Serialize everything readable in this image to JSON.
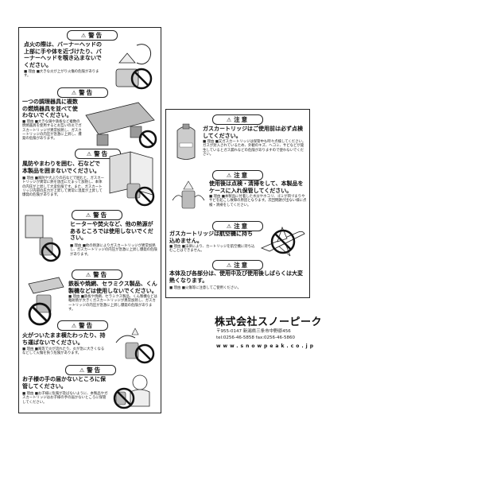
{
  "left": {
    "sections": [
      {
        "label": "警告",
        "main": "点火の際は、バーナーヘッドの上部に手や体を近づけたり、バーナーヘッドを覗き込まないでください。",
        "reason": "■ 理由 ■大きな炎が上がり火傷の危険があります。"
      },
      {
        "label": "警告",
        "main": "一つの調理器具に複数の燃焼器具を並べて使わないでください。",
        "reason": "■ 理由 ■大きな鍋や鉄板など複数の燃焼器具を使用するとお互いの炎でガスカートリッジが異常加熱し、ガスカートリッジの内圧が急激に上昇し、爆発の危険があります。"
      },
      {
        "label": "警告",
        "main": "風防やまわりを囲む、石などで本製品を囲まないでください。",
        "reason": "■ 理由 ■風防や大ぶりの石などで囲むと、ガスカートリッジが異常に熱を放出にたまって加熱し、本体の内圧が上昇して大変危険です。また、ガスカートリッジ内部の圧力が上昇して異常に温度が上昇して爆発の危険があります。"
      },
      {
        "label": "警告",
        "main": "ヒーターや焚火など、他の熱源があるところでは使用しないでください。",
        "reason": "■ 理由 ■他の熱源によりガスカートリッジが異常加熱し、ガスカートリッジの内圧が急激に上昇し爆発の危険があります。"
      },
      {
        "label": "警告",
        "main": "鉄板や焼網、セラミクス製品、くん製機などは使用しないでください。",
        "reason": "■ 理由 ■鉄板や焼網、セラミクス製品、くん製機などは輻射熱が大きくガスカートリッジが異常加熱し、ガスカートリッジの内圧が急激に上昇し爆発の危険があります。"
      },
      {
        "label": "警告",
        "main": "火がついたまま横たわったり、持ち運ばないでください。",
        "reason": "■ 理由 ■風等で炎が流れたり、炎が急に大きくなるなどして火傷を負う危険があります。"
      },
      {
        "label": "警告",
        "main": "お子様の手の届かないところに保管してください。",
        "reason": "■ 理由 ■お子様に危険が及ばないように、本製品やガスカートリッジはお子様の手の届かないところに保管してください。"
      }
    ]
  },
  "right": {
    "sections": [
      {
        "label": "注意",
        "main": "ガスカートリッジはご使用前は必ず点検してください。",
        "reason": "■ 理由 ■又ガスカートリッジは保管中も時々点検してください。ガスが封入されているため、外観のキズ、ヘコミ、サビなどが発生しているとガス漏れなどの危険がありますので使わないでください。"
      },
      {
        "label": "注意",
        "main": "使用後は点検・清掃をして、本製品をケースに入れ保管してください。",
        "reason": "■ 理由 ■本製品に付着した水分やホコリ、ゴミが目づまりやサビを起こし故障の原因となります。次回問題が出ない様に点検・清掃をしてください。"
      },
      {
        "label": "注意",
        "main": "ガスカートリッジは航空機に持ち込めません。",
        "reason": "■ 理由 ■法律により、カートリッジを航空機に持ち込むことはできません。"
      },
      {
        "label": "注意",
        "main": "本体及び各部分は、使用中及び使用後しばらくは大変熱くなります。",
        "reason": "■ 理由 ■火傷等に注意してご使用ください。"
      }
    ]
  },
  "footer": {
    "company": "株式会社スノーピーク",
    "address": "〒955-0147 新潟県三条市中野原456",
    "phone": "tel:0256-46-5858 fax:0256-46-5860",
    "web": "www.snowpeak.co.jp"
  },
  "colors": {
    "ink": "#111111",
    "paper": "#ffffff",
    "rule": "#222222"
  },
  "icons": [
    "warning-triangle-icon",
    "no-symbol-icon",
    "stove-icon",
    "gas-cartridge-icon",
    "airplane-icon"
  ]
}
